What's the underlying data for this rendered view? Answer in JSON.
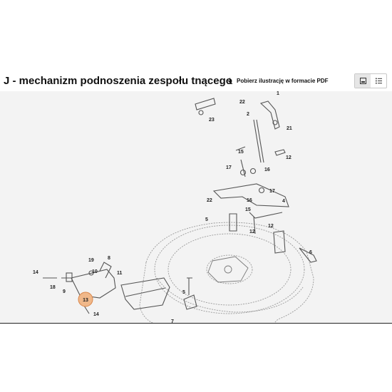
{
  "header": {
    "title": "J - mechanizm podnoszenia zespołu tnącego",
    "download_label": "Pobierz ilustrację w formacie PDF",
    "view_toggle": {
      "grid_icon": "grid-view-icon",
      "list_icon": "list-view-icon",
      "active": "grid"
    }
  },
  "diagram": {
    "labels": [
      {
        "text": "1"
      },
      {
        "text": "22"
      },
      {
        "text": "2"
      },
      {
        "text": "21"
      },
      {
        "text": "23"
      },
      {
        "text": "15"
      },
      {
        "text": "12"
      },
      {
        "text": "17"
      },
      {
        "text": "16"
      },
      {
        "text": "22"
      },
      {
        "text": "17"
      },
      {
        "text": "4"
      },
      {
        "text": "16"
      },
      {
        "text": "15"
      },
      {
        "text": "5"
      },
      {
        "text": "12"
      },
      {
        "text": "12"
      },
      {
        "text": "6"
      },
      {
        "text": "19"
      },
      {
        "text": "8"
      },
      {
        "text": "14"
      },
      {
        "text": "10"
      },
      {
        "text": "11"
      },
      {
        "text": "18"
      },
      {
        "text": "9"
      },
      {
        "text": "14"
      },
      {
        "text": "7"
      },
      {
        "text": "5"
      }
    ],
    "highlight": {
      "text": "13",
      "color": "#f0b88a",
      "stroke": "#d9864a"
    }
  }
}
